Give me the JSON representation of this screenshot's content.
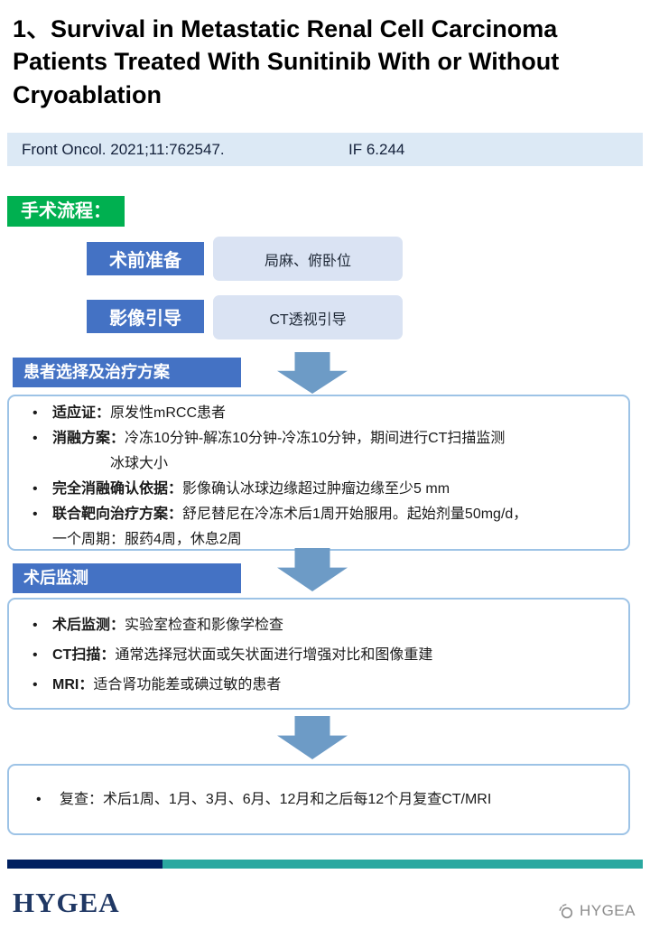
{
  "title": "1、Survival in Metastatic Renal Cell Carcinoma Patients Treated With Sunitinib With or Without Cryoablation",
  "reference": {
    "citation": "Front Oncol. 2021;11:762547.",
    "impact_factor": "IF 6.244"
  },
  "flow_label": "手术流程：",
  "steps": [
    {
      "label": "术前准备",
      "detail": "局麻、俯卧位"
    },
    {
      "label": "影像引导",
      "detail": "CT透视引导"
    }
  ],
  "section1": {
    "header": "患者选择及治疗方案",
    "bullets": [
      {
        "lead": "适应证：",
        "rest": "原发性mRCC患者"
      },
      {
        "lead": "消融方案：",
        "rest": "冷冻10分钟-解冻10分钟-冷冻10分钟，期间进行CT扫描监测\n　　　　冰球大小"
      },
      {
        "lead": "完全消融确认依据：",
        "rest": "影像确认冰球边缘超过肿瘤边缘至少5 mm"
      },
      {
        "lead": "联合靶向治疗方案：",
        "rest": "舒尼替尼在冷冻术后1周开始服用。起始剂量50mg/d，\n一个周期：服药4周，休息2周"
      }
    ]
  },
  "section2": {
    "header": "术后监测",
    "bullets": [
      {
        "lead": "术后监测：",
        "rest": "实验室检查和影像学检查"
      },
      {
        "lead": "CT扫描：",
        "rest": "通常选择冠状面或矢状面进行增强对比和图像重建"
      },
      {
        "lead": "MRI：",
        "rest": "适合肾功能差或碘过敏的患者"
      }
    ]
  },
  "section3": {
    "bullets": [
      {
        "lead": "复查：",
        "rest": "术后1周、1月、3月、6月、12月和之后每12个月复查CT/MRI"
      }
    ]
  },
  "footer": {
    "logo": "HYGEA",
    "watermark": "HYGEA"
  },
  "colors": {
    "green": "#00B050",
    "blue": "#4472C4",
    "light_blue_box": "#DAE3F3",
    "reference_bar": "#DCE9F5",
    "arrow": "#6D9BC6",
    "box_border": "#9DC3E6",
    "navy": "#002060",
    "teal": "#2AA8A0",
    "logo_navy": "#203864",
    "watermark_gray": "#8C8C8C"
  }
}
